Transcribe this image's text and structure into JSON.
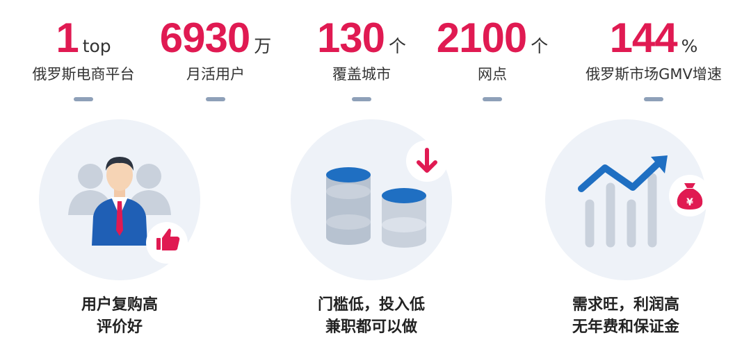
{
  "stats": [
    {
      "value": "1",
      "unit": "top",
      "label": "俄罗斯电商平台"
    },
    {
      "value": "6930",
      "unit": "万",
      "label": "月活用户"
    },
    {
      "value": "130",
      "unit": "个",
      "label": "覆盖城市"
    },
    {
      "value": "2100",
      "unit": "个",
      "label": "网点"
    },
    {
      "value": "144",
      "unit": "%",
      "label": "俄罗斯市场GMV增速"
    }
  ],
  "features": [
    {
      "line1": "用户复购高",
      "line2": "评价好"
    },
    {
      "line1": "门槛低，投入低",
      "line2": "兼职都可以做"
    },
    {
      "line1": "需求旺，利润高",
      "line2": "无年费和保证金"
    }
  ],
  "yuan_symbol": "¥",
  "colors": {
    "accent": "#e01a52",
    "blue": "#1f6fc2",
    "dash": "#8ea0b8",
    "circle_bg": "#eef2f8"
  }
}
